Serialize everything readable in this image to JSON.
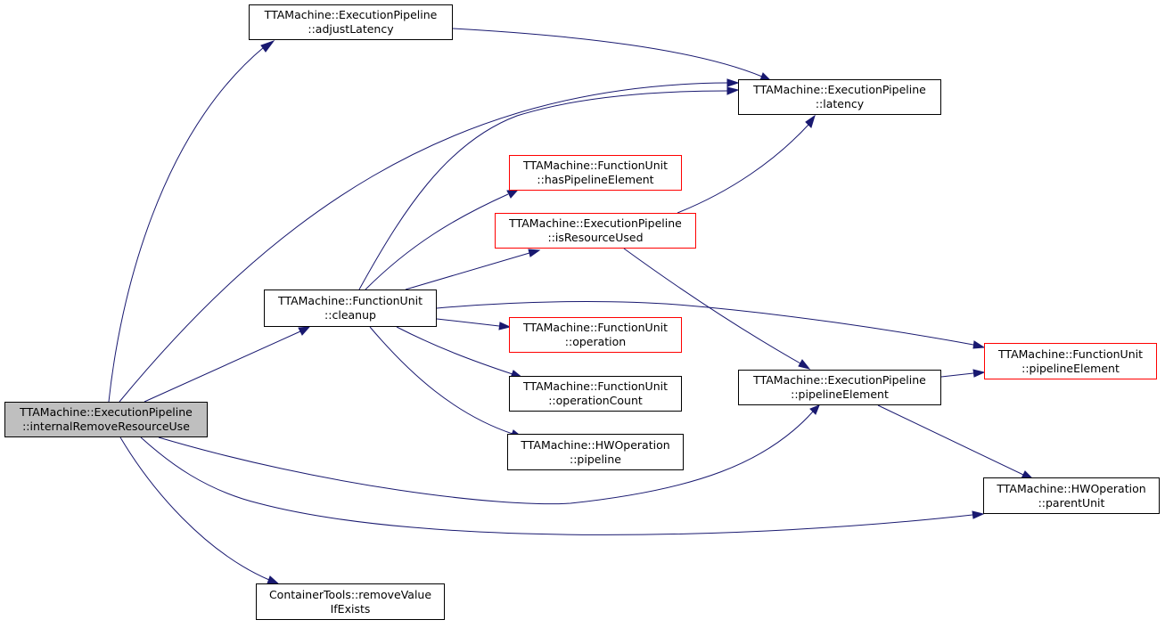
{
  "colors": {
    "edge": "#191970",
    "border": "#000000",
    "incomplete_border": "#ff0000",
    "root_fill": "#bfbfbf"
  },
  "nodes": {
    "root": {
      "line1": "TTAMachine::ExecutionPipeline",
      "line2": "::internalRemoveResourceUse"
    },
    "adjustLatency": {
      "line1": "TTAMachine::ExecutionPipeline",
      "line2": "::adjustLatency"
    },
    "latency": {
      "line1": "TTAMachine::ExecutionPipeline",
      "line2": "::latency"
    },
    "hasPipelineElement": {
      "line1": "TTAMachine::FunctionUnit",
      "line2": "::hasPipelineElement"
    },
    "isResourceUsed": {
      "line1": "TTAMachine::ExecutionPipeline",
      "line2": "::isResourceUsed"
    },
    "cleanup": {
      "line1": "TTAMachine::FunctionUnit",
      "line2": "::cleanup"
    },
    "fuOperation": {
      "line1": "TTAMachine::FunctionUnit",
      "line2": "::operation"
    },
    "operationCount": {
      "line1": "TTAMachine::FunctionUnit",
      "line2": "::operationCount"
    },
    "hwPipeline": {
      "line1": "TTAMachine::HWOperation",
      "line2": "::pipeline"
    },
    "epPipelineElement": {
      "line1": "TTAMachine::ExecutionPipeline",
      "line2": "::pipelineElement"
    },
    "fuPipelineElement": {
      "line1": "TTAMachine::FunctionUnit",
      "line2": "::pipelineElement"
    },
    "parentUnit": {
      "line1": "TTAMachine::HWOperation",
      "line2": "::parentUnit"
    },
    "removeValue": {
      "line1": "ContainerTools::removeValue",
      "line2": "IfExists"
    }
  }
}
